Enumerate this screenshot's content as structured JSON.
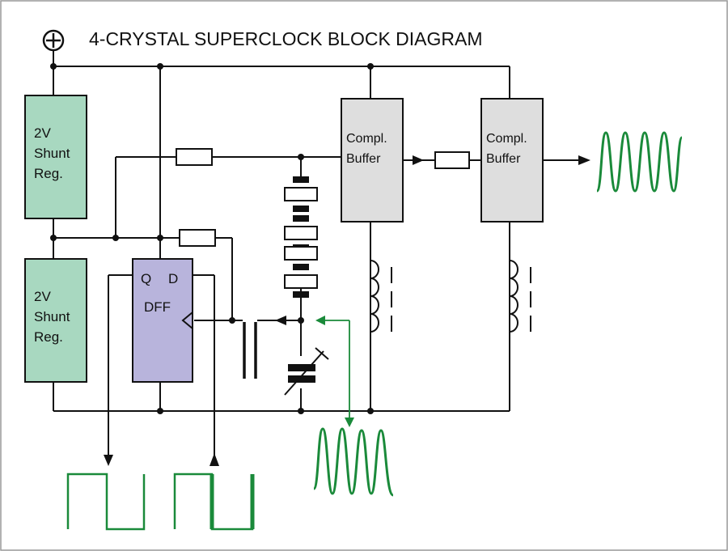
{
  "title": "4-CRYSTAL SUPERCLOCK BLOCK DIAGRAM",
  "supply_symbol": "⊕",
  "regulators": [
    {
      "lines": [
        "2V",
        "Shunt",
        "Reg."
      ]
    },
    {
      "lines": [
        "2V",
        "Shunt",
        "Reg."
      ]
    }
  ],
  "flip_flop": {
    "q": "Q",
    "d": "D",
    "name": "DFF"
  },
  "buffers": [
    {
      "lines": [
        "Compl.",
        "Buffer"
      ]
    },
    {
      "lines": [
        "Compl.",
        "Buffer"
      ]
    }
  ],
  "colors": {
    "regulator_fill": "#a8d8c0",
    "flip_flop_fill": "#b8b4dc",
    "buffer_fill": "#dedede",
    "wire": "#111111",
    "waveform": "#1a8a3a",
    "border": "#999999"
  }
}
